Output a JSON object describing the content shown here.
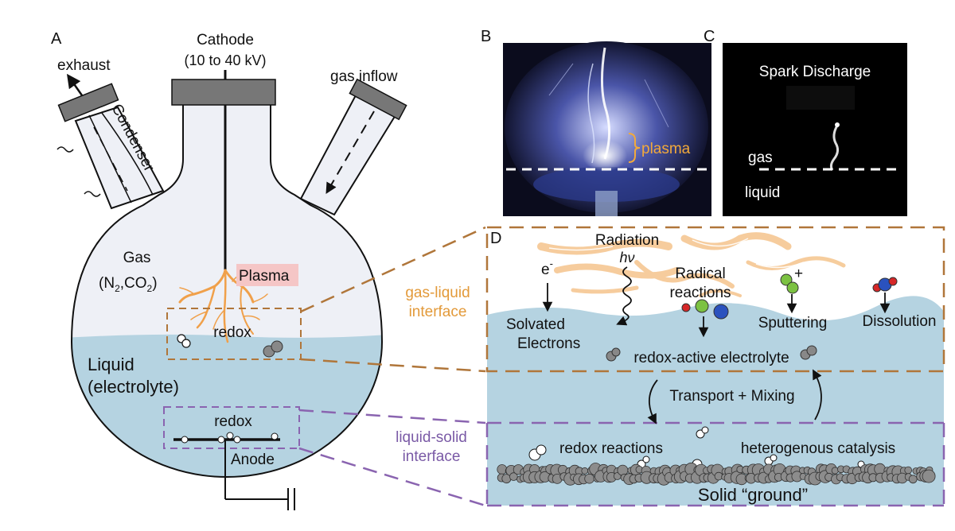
{
  "panels": {
    "a": "A",
    "b": "B",
    "c": "C",
    "d": "D"
  },
  "panel_a": {
    "cathode": "Cathode",
    "cathode_voltage": "(10 to 40 kV)",
    "exhaust": "exhaust",
    "gas_inflow": "gas inflow",
    "condenser": "Condenser",
    "gas": "Gas",
    "gas_species": "(N",
    "gas_sub1": "2",
    "gas_sep": ",CO",
    "gas_sub2": "2",
    "gas_close": ")",
    "plasma": "Plasma",
    "redox_upper": "redox",
    "liquid": "Liquid",
    "electrolyte": "(electrolyte)",
    "redox_lower": "redox",
    "anode": "Anode"
  },
  "panel_b": {
    "plasma": "plasma"
  },
  "panel_c": {
    "title": "Spark Discharge",
    "gas": "gas",
    "liquid": "liquid"
  },
  "interfaces": {
    "gas_liquid_1": "gas-liquid",
    "gas_liquid_2": "interface",
    "liquid_solid_1": "liquid-solid",
    "liquid_solid_2": "interface"
  },
  "panel_d": {
    "electron": "e",
    "electron_sup": "-",
    "radiation": "Radiation",
    "hv": "hν",
    "radical_1": "Radical",
    "radical_2": "reactions",
    "sputtering": "Sputtering",
    "sputter_plus": "+",
    "dissolution": "Dissolution",
    "solvated_1": "Solvated",
    "solvated_2": "Electrons",
    "redox_electrolyte": "redox-active electrolyte",
    "transport": "Transport + Mixing",
    "redox_reactions": "redox reactions",
    "het_catalysis": "heterogenous catalysis",
    "solid_ground": "Solid “ground”"
  },
  "colors": {
    "gas": "#eef0f6",
    "liquid": "#b5d3e1",
    "plasma": "#f0a04a",
    "plasma_label_bg": "#f5c6c6",
    "gas_liquid_border": "#b0763a",
    "liquid_solid_border": "#8a64b0",
    "gas_liquid_text": "#e39a3a",
    "liquid_solid_text": "#7a5aa6",
    "electrode": "#7a7a7a"
  }
}
